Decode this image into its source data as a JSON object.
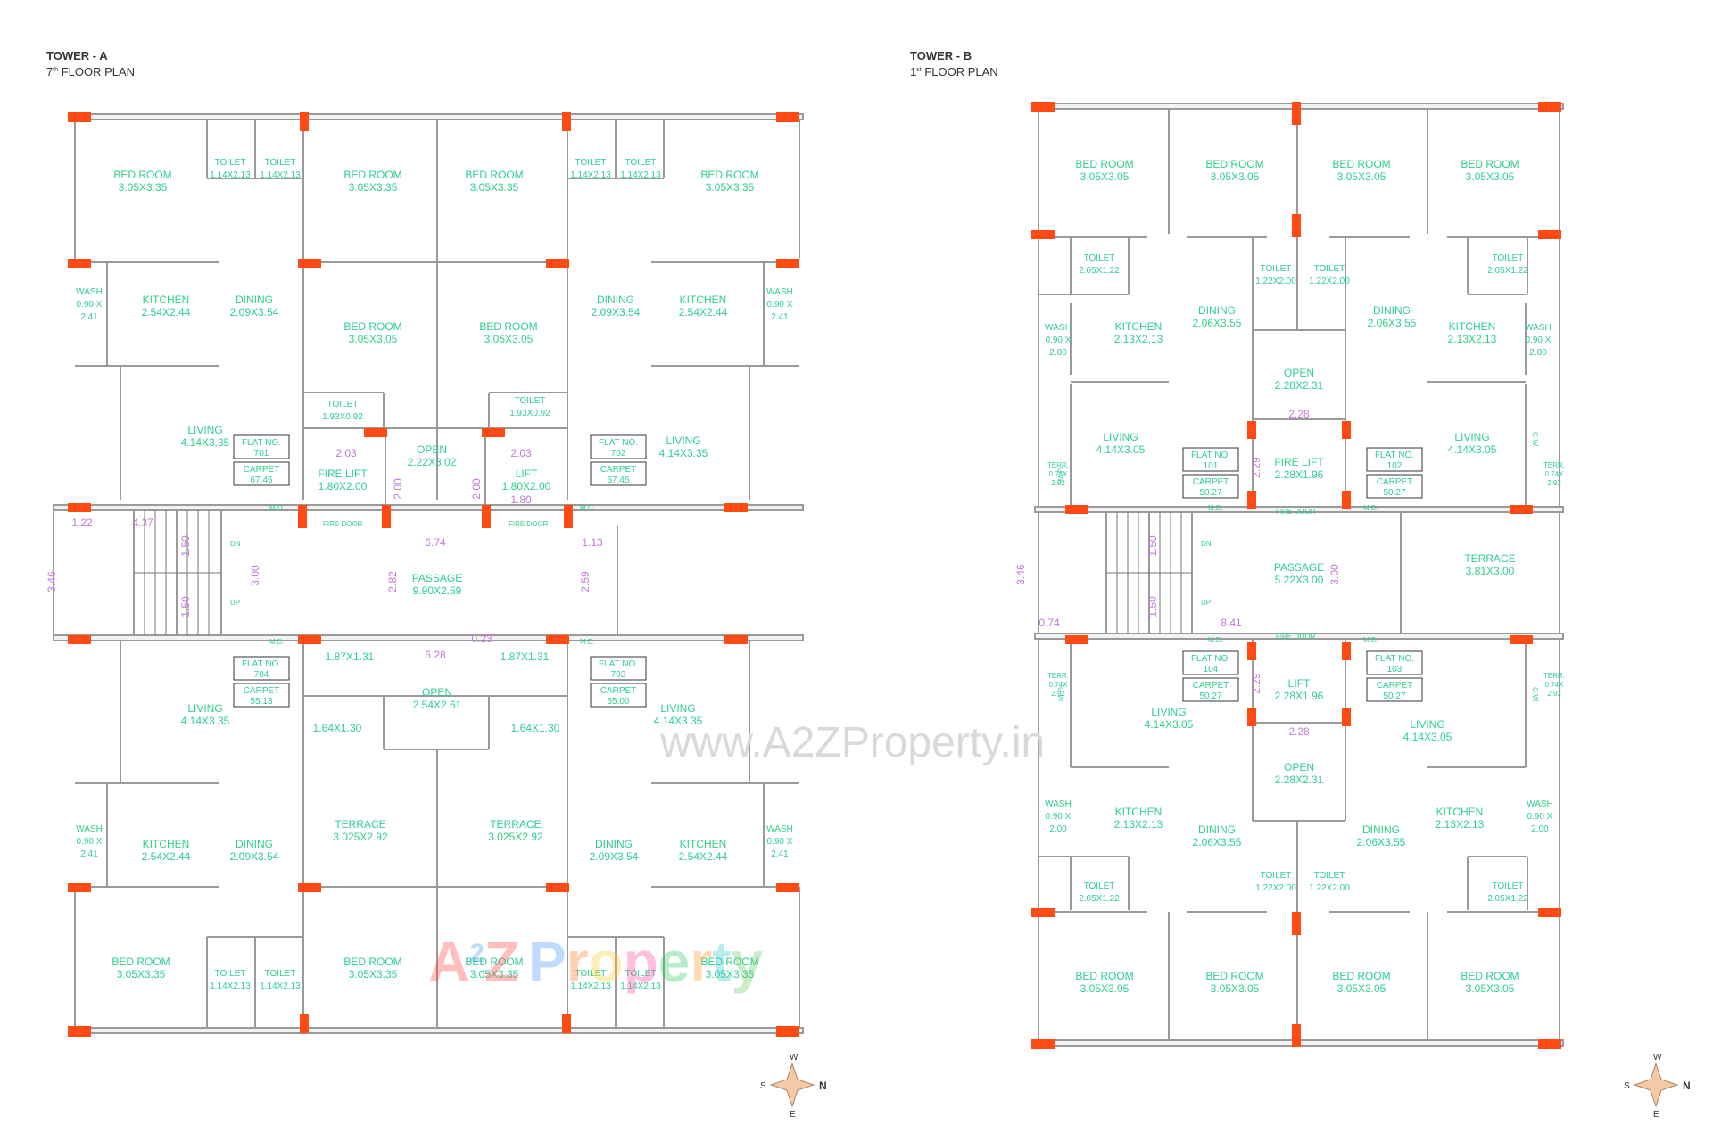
{
  "towerA": {
    "title": "TOWER - A",
    "subtitle": "7",
    "subtitle_sup": "th",
    "subtitle_rest": " FLOOR PLAN",
    "rooms": [
      {
        "id": "a-bed-1",
        "name": "BED ROOM",
        "size": "3.05X3.35"
      },
      {
        "id": "a-toilet-1",
        "name": "TOILET",
        "size": "1.14X2.13"
      },
      {
        "id": "a-toilet-2",
        "name": "TOILET",
        "size": "1.14X2.13"
      },
      {
        "id": "a-bed-2",
        "name": "BED ROOM",
        "size": "3.05X3.35"
      },
      {
        "id": "a-bed-3",
        "name": "BED ROOM",
        "size": "3.05X3.35"
      },
      {
        "id": "a-toilet-3",
        "name": "TOILET",
        "size": "1.14X2.13"
      },
      {
        "id": "a-toilet-4",
        "name": "TOILET",
        "size": "1.14X2.13"
      },
      {
        "id": "a-bed-4",
        "name": "BED ROOM",
        "size": "3.05X3.35"
      },
      {
        "id": "a-wash-1",
        "name": "WASH",
        "size": "0.90 X",
        "size2": "2.41"
      },
      {
        "id": "a-kitchen-1",
        "name": "KITCHEN",
        "size": "2.54X2.44"
      },
      {
        "id": "a-dining-1",
        "name": "DINING",
        "size": "2.09X3.54"
      },
      {
        "id": "a-bed-5",
        "name": "BED ROOM",
        "size": "3.05X3.05"
      },
      {
        "id": "a-bed-6",
        "name": "BED ROOM",
        "size": "3.05X3.05"
      },
      {
        "id": "a-dining-2",
        "name": "DINING",
        "size": "2.09X3.54"
      },
      {
        "id": "a-kitchen-2",
        "name": "KITCHEN",
        "size": "2.54X2.44"
      },
      {
        "id": "a-wash-2",
        "name": "WASH",
        "size": "0.90 X",
        "size2": "2.41"
      },
      {
        "id": "a-toilet-5",
        "name": "TOILET",
        "size": "1.93X0.92"
      },
      {
        "id": "a-open-1",
        "name": "OPEN",
        "size": "2.22X3.02"
      },
      {
        "id": "a-toilet-6",
        "name": "TOILET",
        "size": "1.93X0.92"
      },
      {
        "id": "a-living-1",
        "name": "LIVING",
        "size": "4.14X3.35"
      },
      {
        "id": "a-firelift",
        "name": "FIRE LIFT",
        "size": "1.80X2.00"
      },
      {
        "id": "a-lift",
        "name": "LIFT",
        "size": "1.80X2.00"
      },
      {
        "id": "a-living-2",
        "name": "LIVING",
        "size": "4.14X3.35"
      },
      {
        "id": "a-passage",
        "name": "PASSAGE",
        "size": "9.90X2.59"
      },
      {
        "id": "a-living-3",
        "name": "LIVING",
        "size": "4.14X3.35"
      },
      {
        "id": "a-open-2",
        "name": "OPEN",
        "size": "2.54X2.61"
      },
      {
        "id": "a-living-4",
        "name": "LIVING",
        "size": "4.14X3.35"
      },
      {
        "id": "a-terrace-1",
        "name": "TERRACE",
        "size": "3.025X2.92"
      },
      {
        "id": "a-terrace-2",
        "name": "TERRACE",
        "size": "3.025X2.92"
      },
      {
        "id": "a-wash-3",
        "name": "WASH",
        "size": "0.90 X",
        "size2": "2.41"
      },
      {
        "id": "a-kitchen-3",
        "name": "KITCHEN",
        "size": "2.54X2.44"
      },
      {
        "id": "a-dining-3",
        "name": "DINING",
        "size": "2.09X3.54"
      },
      {
        "id": "a-dining-4",
        "name": "DINING",
        "size": "2.09X3.54"
      },
      {
        "id": "a-kitchen-4",
        "name": "KITCHEN",
        "size": "2.54X2.44"
      },
      {
        "id": "a-wash-4",
        "name": "WASH",
        "size": "0.90 X",
        "size2": "2.41"
      },
      {
        "id": "a-bed-7",
        "name": "BED ROOM",
        "size": "3.05X3.35"
      },
      {
        "id": "a-toilet-7",
        "name": "TOILET",
        "size": "1.14X2.13"
      },
      {
        "id": "a-toilet-8",
        "name": "TOILET",
        "size": "1.14X2.13"
      },
      {
        "id": "a-bed-8",
        "name": "BED ROOM",
        "size": "3.05X3.35"
      },
      {
        "id": "a-bed-9",
        "name": "BED ROOM",
        "size": "3.05X3.35"
      },
      {
        "id": "a-toilet-9",
        "name": "TOILET",
        "size": "1.14X2.13"
      },
      {
        "id": "a-toilet-10",
        "name": "TOILET",
        "size": "1.14X2.13"
      },
      {
        "id": "a-bed-10",
        "name": "BED ROOM",
        "size": "3.05X3.35"
      }
    ],
    "flats": [
      {
        "no_label": "FLAT NO.",
        "no": "701",
        "carpet_label": "CARPET",
        "carpet": "67.45"
      },
      {
        "no_label": "FLAT NO.",
        "no": "702",
        "carpet_label": "CARPET",
        "carpet": "67.45"
      },
      {
        "no_label": "FLAT NO.",
        "no": "704",
        "carpet_label": "CARPET",
        "carpet": "55.13"
      },
      {
        "no_label": "FLAT NO.",
        "no": "703",
        "carpet_label": "CARPET",
        "carpet": "55.00"
      }
    ],
    "dims": [
      "1.22",
      "4.37",
      "1.50",
      "1.50",
      "3.00",
      "3.46",
      "6.74",
      "1.13",
      "2.82",
      "2.59",
      "2.03",
      "2.03",
      "2.00",
      "2.00",
      "1.80",
      "0.23",
      "6.28",
      "1.87X1.31",
      "1.87X1.31",
      "1.64X1.30",
      "1.64X1.30"
    ],
    "stair": {
      "dn": "DN",
      "up": "UP"
    },
    "fire_door": "FIRE DOOR",
    "md": "M.D."
  },
  "towerB": {
    "title": "TOWER - B",
    "subtitle": "1",
    "subtitle_sup": "st",
    "subtitle_rest": " FLOOR PLAN",
    "rooms": [
      {
        "id": "b-bed-1",
        "name": "BED ROOM",
        "size": "3.05X3.05"
      },
      {
        "id": "b-bed-2",
        "name": "BED ROOM",
        "size": "3.05X3.05"
      },
      {
        "id": "b-bed-3",
        "name": "BED ROOM",
        "size": "3.05X3.05"
      },
      {
        "id": "b-bed-4",
        "name": "BED ROOM",
        "size": "3.05X3.05"
      },
      {
        "id": "b-toilet-1",
        "name": "TOILET",
        "size": "2.05X1.22"
      },
      {
        "id": "b-toilet-2",
        "name": "TOILET",
        "size": "1.22X2.00"
      },
      {
        "id": "b-toilet-3",
        "name": "TOILET",
        "size": "1.22X2.00"
      },
      {
        "id": "b-toilet-4",
        "name": "TOILET",
        "size": "2.05X1.22"
      },
      {
        "id": "b-wash-1",
        "name": "WASH",
        "size": "0.90 X",
        "size2": "2.00"
      },
      {
        "id": "b-kitchen-1",
        "name": "KITCHEN",
        "size": "2.13X2.13"
      },
      {
        "id": "b-dining-1",
        "name": "DINING",
        "size": "2.06X3.55"
      },
      {
        "id": "b-open-1",
        "name": "OPEN",
        "size": "2.28X2.31"
      },
      {
        "id": "b-dining-2",
        "name": "DINING",
        "size": "2.06X3.55"
      },
      {
        "id": "b-kitchen-2",
        "name": "KITCHEN",
        "size": "2.13X2.13"
      },
      {
        "id": "b-wash-2",
        "name": "WASH",
        "size": "0.90 X",
        "size2": "2.00"
      },
      {
        "id": "b-living-1",
        "name": "LIVING",
        "size": "4.14X3.05"
      },
      {
        "id": "b-firelift",
        "name": "FIRE LIFT",
        "size": "2.28X1.96"
      },
      {
        "id": "b-living-2",
        "name": "LIVING",
        "size": "4.14X3.05"
      },
      {
        "id": "b-passage",
        "name": "PASSAGE",
        "size": "5.22X3.00"
      },
      {
        "id": "b-terrace",
        "name": "TERRACE",
        "size": "3.81X3.00"
      },
      {
        "id": "b-living-3",
        "name": "LIVING",
        "size": "4.14X3.05"
      },
      {
        "id": "b-lift",
        "name": "LIFT",
        "size": "2.28X1.96"
      },
      {
        "id": "b-living-4",
        "name": "LIVING",
        "size": "4.14X3.05"
      },
      {
        "id": "b-open-2",
        "name": "OPEN",
        "size": "2.28X2.31"
      },
      {
        "id": "b-wash-3",
        "name": "WASH",
        "size": "0.90 X",
        "size2": "2.00"
      },
      {
        "id": "b-kitchen-3",
        "name": "KITCHEN",
        "size": "2.13X2.13"
      },
      {
        "id": "b-dining-3",
        "name": "DINING",
        "size": "2.06X3.55"
      },
      {
        "id": "b-dining-4",
        "name": "DINING",
        "size": "2.06X3.55"
      },
      {
        "id": "b-kitchen-4",
        "name": "KITCHEN",
        "size": "2.13X2.13"
      },
      {
        "id": "b-wash-4",
        "name": "WASH",
        "size": "0.90 X",
        "size2": "2.00"
      },
      {
        "id": "b-toilet-5",
        "name": "TOILET",
        "size": "2.05X1.22"
      },
      {
        "id": "b-toilet-6",
        "name": "TOILET",
        "size": "1.22X2.00"
      },
      {
        "id": "b-toilet-7",
        "name": "TOILET",
        "size": "1.22X2.00"
      },
      {
        "id": "b-toilet-8",
        "name": "TOILET",
        "size": "2.05X1.22"
      },
      {
        "id": "b-bed-5",
        "name": "BED ROOM",
        "size": "3.05X3.05"
      },
      {
        "id": "b-bed-6",
        "name": "BED ROOM",
        "size": "3.05X3.05"
      },
      {
        "id": "b-bed-7",
        "name": "BED ROOM",
        "size": "3.05X3.05"
      },
      {
        "id": "b-bed-8",
        "name": "BED ROOM",
        "size": "3.05X3.05"
      }
    ],
    "terr": [
      {
        "name": "TERR.",
        "size": "0.74X",
        "size2": "2.92"
      },
      {
        "name": "TERR.",
        "size": "0.74X",
        "size2": "2.92"
      },
      {
        "name": "TERR.",
        "size": "0.74X",
        "size2": "2.92"
      },
      {
        "name": "TERR.",
        "size": "0.74X",
        "size2": "2.92"
      }
    ],
    "flats": [
      {
        "no_label": "FLAT NO.",
        "no": "101",
        "carpet_label": "CARPET",
        "carpet": "50.27"
      },
      {
        "no_label": "FLAT NO.",
        "no": "102",
        "carpet_label": "CARPET",
        "carpet": "50.27"
      },
      {
        "no_label": "FLAT NO.",
        "no": "104",
        "carpet_label": "CARPET",
        "carpet": "50.27"
      },
      {
        "no_label": "FLAT NO.",
        "no": "103",
        "carpet_label": "CARPET",
        "carpet": "50.27"
      }
    ],
    "dims": [
      "2.28",
      "2.29",
      "3.46",
      "1.50",
      "1.50",
      "3.00",
      "0.74",
      "8.41",
      "2.29",
      "2.28"
    ],
    "stair": {
      "dn": "DN",
      "up": "UP"
    },
    "fire_door": "FIRE DOOR",
    "md": "M.D.",
    "gw": "G.W."
  },
  "compass": {
    "n": "N",
    "s": "S",
    "e": "E",
    "w": "W"
  },
  "watermark": "www.A2ZProperty.in",
  "logo": {
    "a": "A",
    "two": "2",
    "z": "Z",
    "p": "P",
    "r": "r",
    "o": "o",
    "p2": "p",
    "e": "e",
    "r2": "r",
    "t": "t",
    "y": "y"
  },
  "colors": {
    "wall": "#aaaaaa",
    "column": "#ff4a14",
    "room_text": "#2ecf8e",
    "dim_text": "#c37ad8"
  }
}
